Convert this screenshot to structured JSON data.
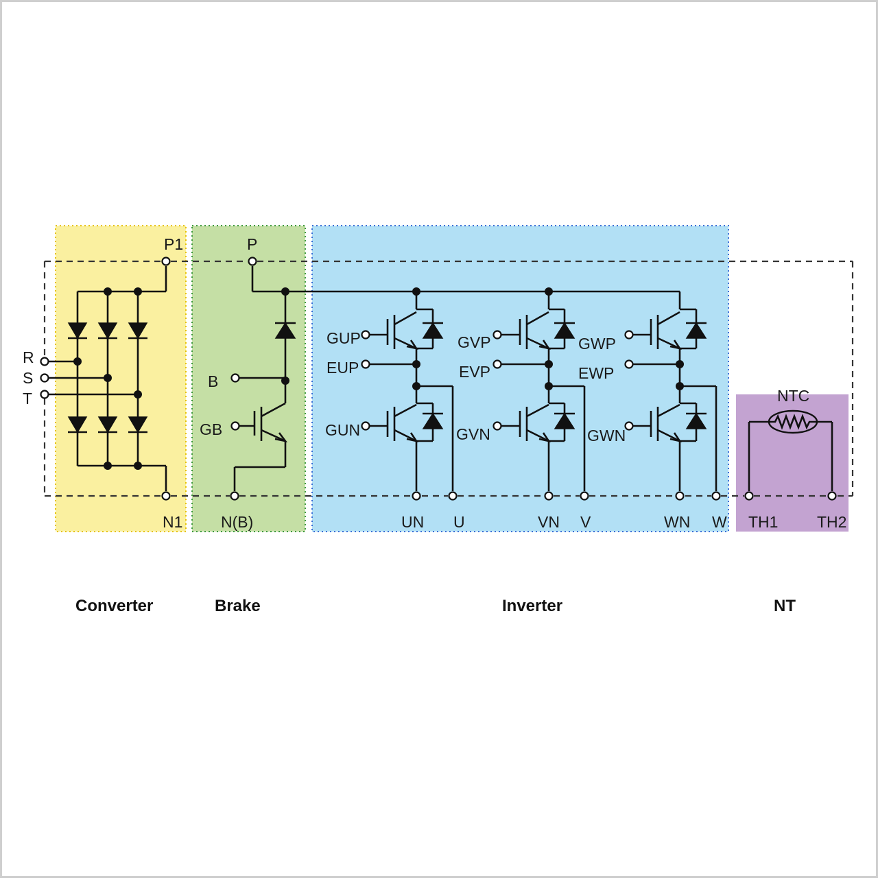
{
  "colors": {
    "converter": "#faf0a0",
    "brake": "#c5dfa5",
    "inverter": "#b2e0f5",
    "ntc": "#c3a3d1",
    "converter_border": "#e6c200",
    "brake_border": "#3e9a3e",
    "inverter_border": "#3a6fd6",
    "ntc_border": "#8c5aa8"
  },
  "sections": {
    "converter": "Converter",
    "brake": "Brake",
    "inverter": "Inverter",
    "ntc": "NT"
  },
  "converter": {
    "p1": "P1",
    "n1": "N1",
    "r": "R",
    "s": "S",
    "t": "T"
  },
  "brake": {
    "p": "P",
    "b": "B",
    "gb": "GB",
    "nb": "N(B)"
  },
  "inverter": {
    "gup": "GUP",
    "eup": "EUP",
    "gun": "GUN",
    "gvp": "GVP",
    "evp": "EVP",
    "gvn": "GVN",
    "gwp": "GWP",
    "ewp": "EWP",
    "gwn": "GWN",
    "un": "UN",
    "u": "U",
    "vn": "VN",
    "v": "V",
    "wn": "WN",
    "w": "W"
  },
  "ntc": {
    "ntc": "NTC",
    "th1": "TH1",
    "th2": "TH2"
  }
}
